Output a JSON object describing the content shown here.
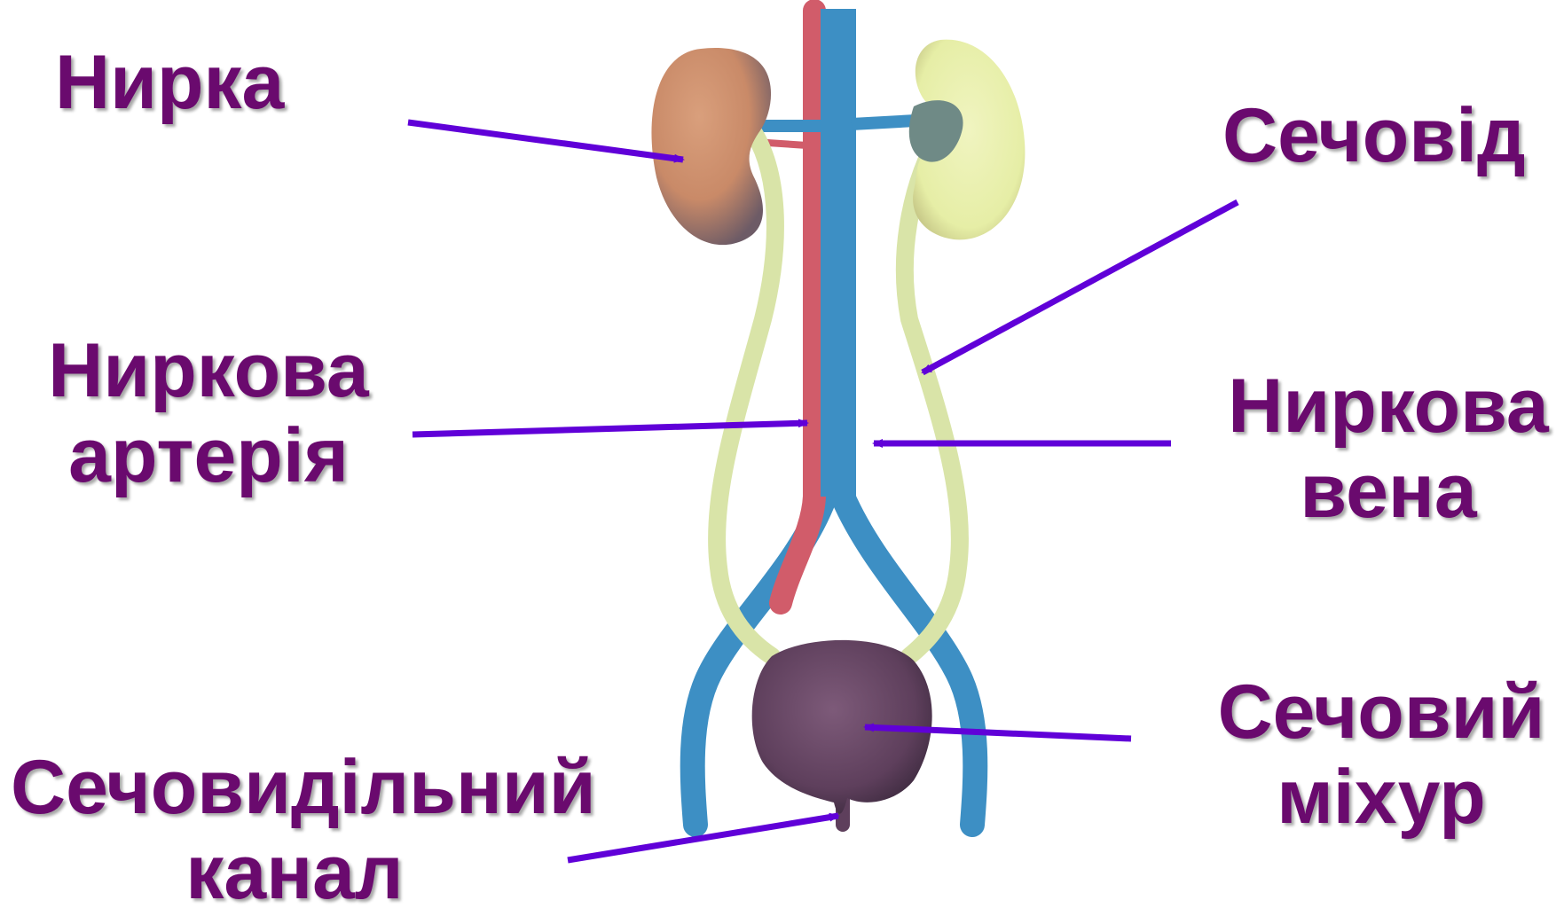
{
  "colors": {
    "label": "#6a0a6e",
    "arrow": "#6000d8",
    "vein": "#3d8fc4",
    "artery": "#d15c6a",
    "ureter": "#d9e4a8",
    "kidney_left": "#c98a68",
    "kidney_right": "#e6eea6",
    "bladder": "#5e3f5c"
  },
  "icons": [
    "kidney-icon",
    "bladder-icon"
  ],
  "labels": {
    "kidney": "Нирка",
    "ureter": "Сечовід",
    "renal_artery_1": "Ниркова",
    "renal_artery_2": "артерія",
    "renal_vein_1": "Ниркова",
    "renal_vein_2": "вена",
    "bladder_1": "Сечовий",
    "bladder_2": "міхур",
    "urethra_1": "Сечовидільний",
    "urethra_2": "канал"
  }
}
